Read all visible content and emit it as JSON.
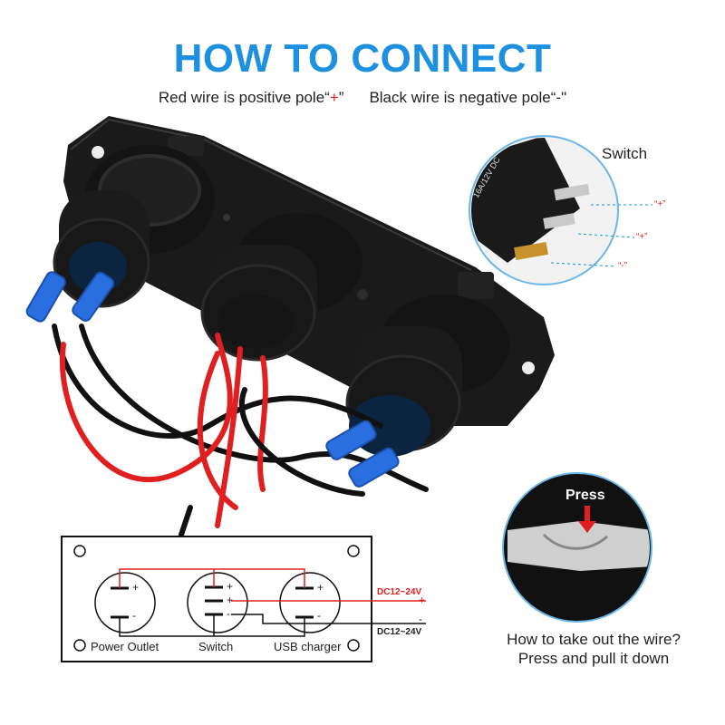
{
  "title": "HOW TO CONNECT",
  "subtitle": {
    "red_text": "Red wire is positive pole“",
    "red_sign": "+",
    "red_close": "”",
    "black_text": "Black wire is negative pole“",
    "black_sign": "-",
    "black_close": "\""
  },
  "switch_inset": {
    "label": "Switch",
    "rating": "16A/12V DC",
    "pin_labels": [
      "“+”",
      "“+”",
      "“-”"
    ]
  },
  "press_inset": {
    "label": "Press"
  },
  "instructions": {
    "line1": "How to take out the wire?",
    "line2": "Press and pull it down"
  },
  "diagram": {
    "sockets": [
      "Power Outlet",
      "Switch",
      "USB charger"
    ],
    "supply_top": "DC12~24V",
    "supply_bottom": "DC12~24V",
    "plus": "+",
    "minus": "-"
  },
  "colors": {
    "title_blue": "#1e90e0",
    "wire_red": "#e02020",
    "wire_black": "#111111",
    "connector_blue": "#2a6fe0"
  }
}
